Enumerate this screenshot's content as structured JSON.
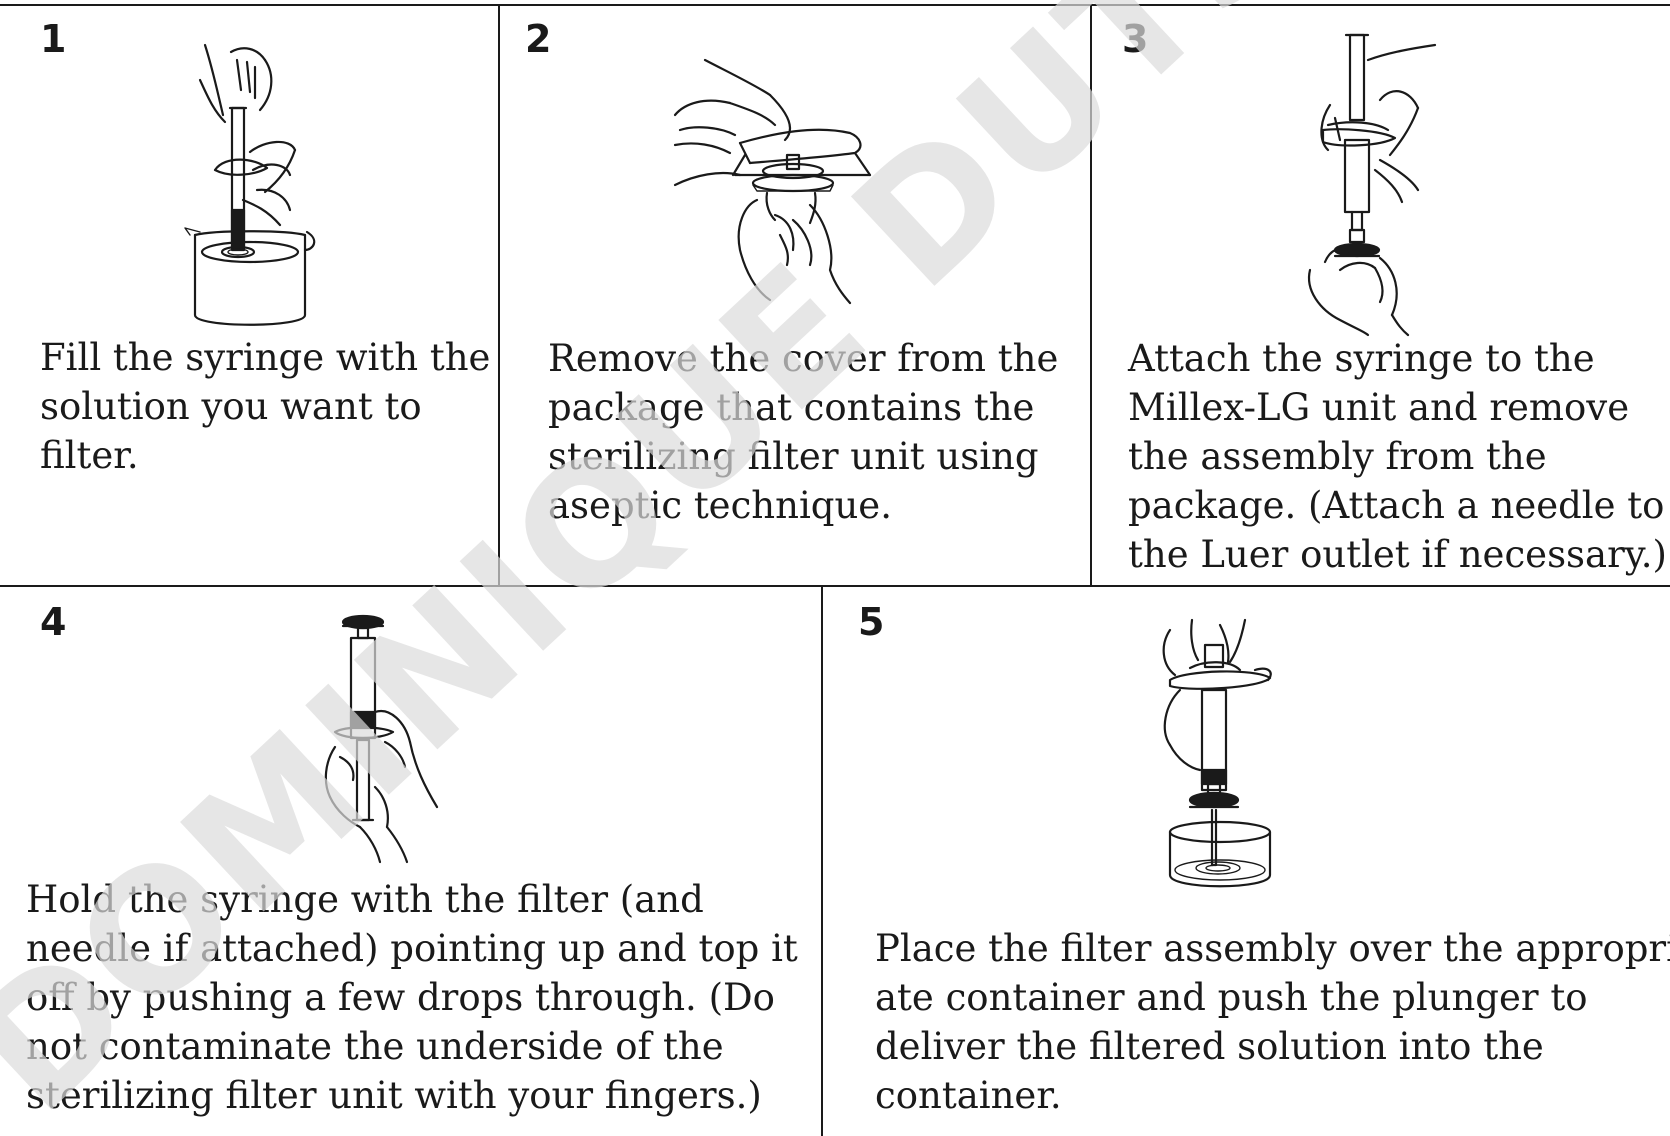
{
  "panels": [
    {
      "number": "1",
      "caption_lines": [
        "Fill the syringe with the",
        "solution you want to",
        "filter."
      ],
      "illustration": "hand-filling-syringe-from-beaker"
    },
    {
      "number": "2",
      "caption_lines": [
        "Remove the cover from the",
        "package that contains the",
        "sterilizing filter unit using",
        "aseptic technique."
      ],
      "illustration": "hands-peeling-package-cover"
    },
    {
      "number": "3",
      "caption_lines": [
        "Attach the syringe to the",
        "Millex-LG unit and remove",
        "the assembly from the",
        "package. (Attach a needle to",
        "the Luer outlet if necessary.)"
      ],
      "illustration": "syringe-attached-to-filter-unit"
    },
    {
      "number": "4",
      "caption_lines": [
        "Hold the syringe with the filter (and",
        "needle if attached) pointing up and top it",
        "off by pushing a few drops through. (Do",
        "not contaminate the underside of the",
        "sterilizing filter unit with your fingers.)"
      ],
      "illustration": "hand-holding-syringe-filter-up"
    },
    {
      "number": "5",
      "caption_lines": [
        "Place the filter assembly over the appropri-",
        "ate container and push the plunger to",
        "deliver the filtered solution into the",
        "container."
      ],
      "illustration": "hand-pushing-plunger-into-container"
    }
  ],
  "watermark": "DOMINIQUE DUTSCHER SAS"
}
